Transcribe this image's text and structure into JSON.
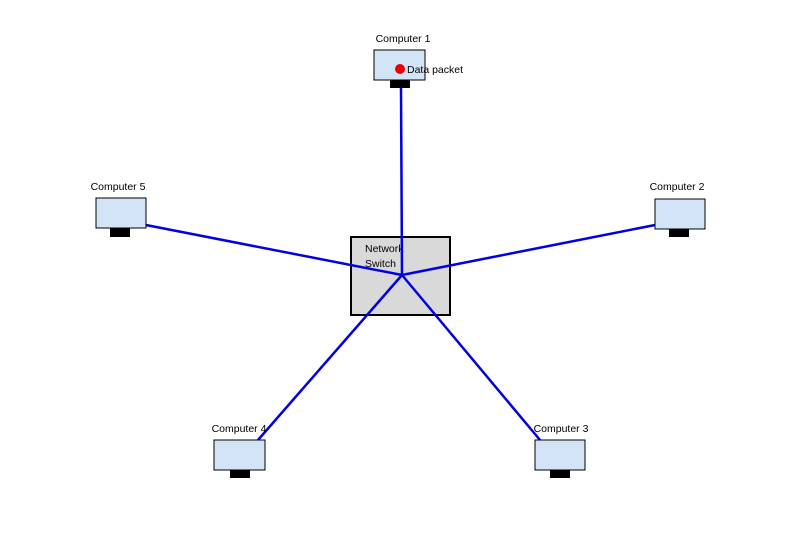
{
  "diagram_title": "star-network",
  "colors": {
    "link": "#0000e0",
    "monitor_fill": "#d4e4f7",
    "monitor_border": "#000000",
    "stand": "#000000",
    "switch_fill": "#d9d9d9",
    "packet": "#ee0000",
    "background": "#ffffff"
  },
  "switch": {
    "label_line1": "Network",
    "label_line2": "Switch"
  },
  "packet": {
    "label": "Data packet"
  },
  "computers": [
    {
      "label": "Computer 1",
      "position": "top-center"
    },
    {
      "label": "Computer 2",
      "position": "right"
    },
    {
      "label": "Computer 3",
      "position": "bottom-right"
    },
    {
      "label": "Computer 4",
      "position": "bottom-left"
    },
    {
      "label": "Computer 5",
      "position": "left"
    }
  ]
}
